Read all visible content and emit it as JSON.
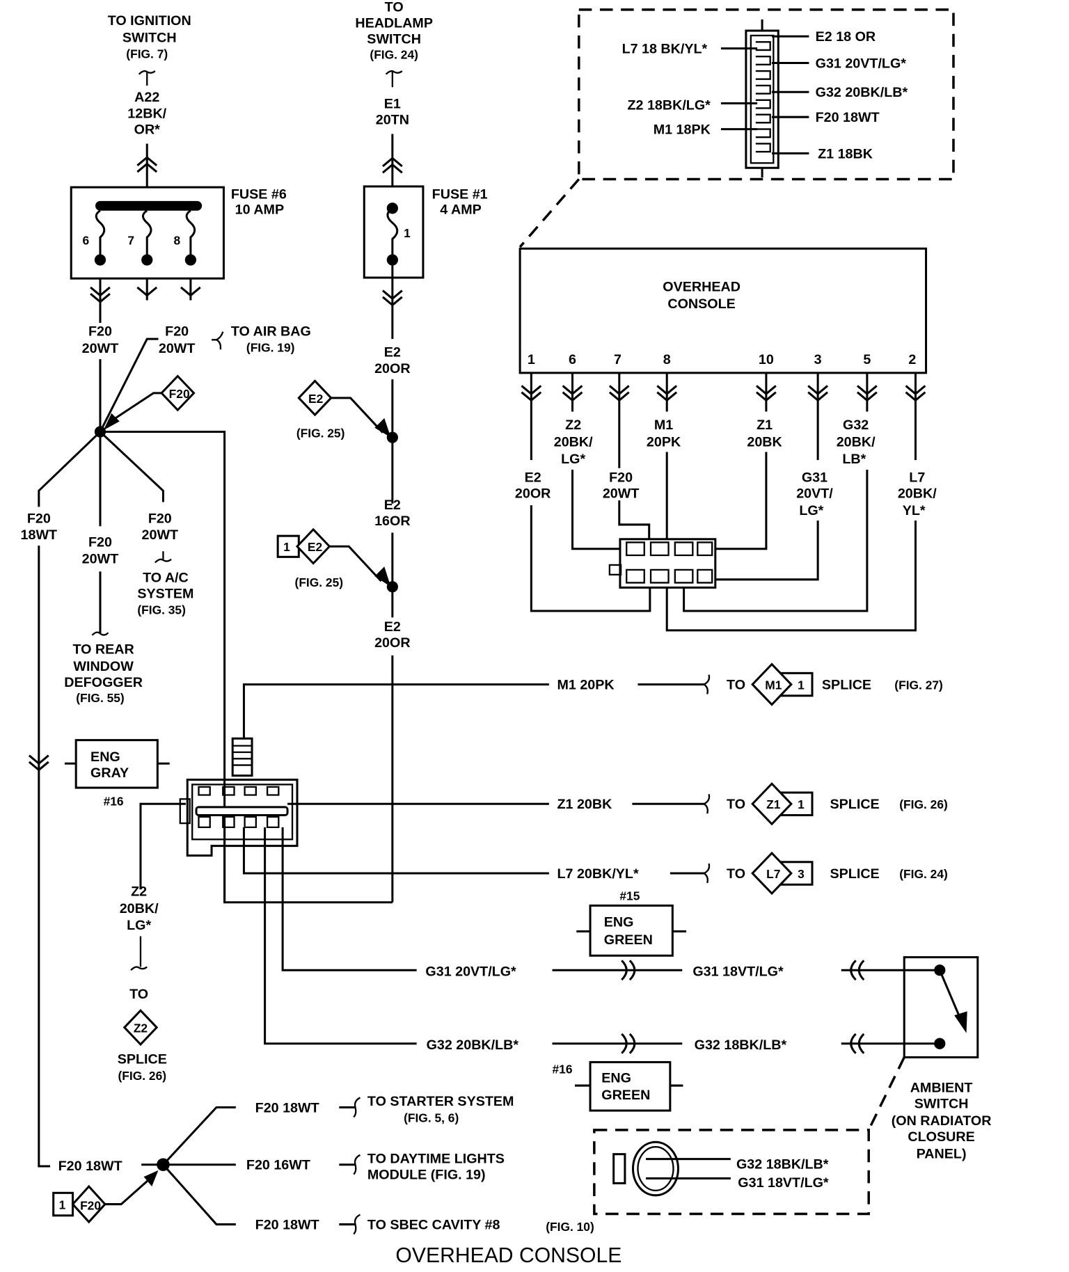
{
  "title": "OVERHEAD CONSOLE",
  "colors": {
    "ink": "#000000",
    "paper": "#ffffff"
  },
  "sources": {
    "ignition": {
      "lines": [
        "TO IGNITION",
        "SWITCH",
        "(FIG. 7)"
      ],
      "wire": [
        "A22",
        "12BK/",
        "OR*"
      ]
    },
    "headlamp": {
      "lines": [
        "TO",
        "HEADLAMP",
        "SWITCH",
        "(FIG. 24)"
      ],
      "wire": [
        "E1",
        "20TN"
      ]
    }
  },
  "fuses": {
    "fuse6": {
      "label": [
        "FUSE #6",
        "10 AMP"
      ],
      "pins": [
        "6",
        "7",
        "8"
      ]
    },
    "fuse1": {
      "label": [
        "FUSE #1",
        "4 AMP"
      ],
      "pins": [
        "1"
      ]
    }
  },
  "wires_left": {
    "f20_main": [
      "F20",
      "20WT"
    ],
    "f20_airbag": [
      "F20",
      "20WT"
    ],
    "airbag_dest": [
      "TO AIR BAG",
      "(FIG. 19)"
    ],
    "f20_diamond": "F20",
    "f20_18wt": [
      "F20",
      "18WT"
    ],
    "f20_defog": [
      "F20",
      "20WT"
    ],
    "defog_dest": [
      "TO REAR",
      "WINDOW",
      "DEFOGGER",
      "(FIG. 55)"
    ],
    "f20_ac": [
      "F20",
      "20WT"
    ],
    "ac_dest": [
      "TO A/C",
      "SYSTEM",
      "(FIG. 35)"
    ]
  },
  "wires_center": {
    "e2_top": [
      "E2",
      "20OR"
    ],
    "e2_diamond1": "E2",
    "e2_fig1": "(FIG. 25)",
    "e2_mid": [
      "E2",
      "16OR"
    ],
    "e2_diamond2": "E2",
    "e2_diamond2_num": "1",
    "e2_fig2": "(FIG. 25)",
    "e2_bot": [
      "E2",
      "20OR"
    ]
  },
  "top_connector": {
    "left": [
      "L7 18 BK/YL*",
      "Z2 18BK/LG*",
      "M1 18PK"
    ],
    "right": [
      "E2 18 OR",
      "G31 20VT/LG*",
      "G32 20BK/LB*",
      "F20 18WT",
      "Z1 18BK"
    ]
  },
  "console": {
    "label": [
      "OVERHEAD",
      "CONSOLE"
    ],
    "pins": [
      "1",
      "6",
      "7",
      "8",
      "10",
      "3",
      "5",
      "2"
    ],
    "wires": [
      {
        "pin": "1",
        "label": [
          "E2",
          "20OR"
        ]
      },
      {
        "pin": "6",
        "label": [
          "Z2",
          "20BK/",
          "LG*"
        ]
      },
      {
        "pin": "7",
        "label": [
          "F20",
          "20WT"
        ]
      },
      {
        "pin": "8",
        "label": [
          "M1",
          "20PK"
        ]
      },
      {
        "pin": "10",
        "label": [
          "Z1",
          "20BK"
        ]
      },
      {
        "pin": "3",
        "label": [
          "G31",
          "20VT/",
          "LG*"
        ]
      },
      {
        "pin": "5",
        "label": [
          "G32",
          "20BK/",
          "LB*"
        ]
      },
      {
        "pin": "2",
        "label": [
          "L7",
          "20BK/",
          "YL*"
        ]
      }
    ]
  },
  "eng_gray": {
    "label": [
      "ENG",
      "GRAY"
    ],
    "num": "#16"
  },
  "splices": [
    {
      "wire": "M1 20PK",
      "to": "TO",
      "code": "M1",
      "num": "1",
      "label": "SPLICE",
      "fig": "(FIG. 27)"
    },
    {
      "wire": "Z1 20BK",
      "to": "TO",
      "code": "Z1",
      "num": "1",
      "label": "SPLICE",
      "fig": "(FIG. 26)"
    },
    {
      "wire": "L7 20BK/YL*",
      "to": "TO",
      "code": "L7",
      "num": "3",
      "label": "SPLICE",
      "fig": "(FIG. 24)"
    }
  ],
  "z2_branch": {
    "wire": [
      "Z2",
      "20BK/",
      "LG*"
    ],
    "to": "TO",
    "code": "Z2",
    "label": "SPLICE",
    "fig": "(FIG. 26)"
  },
  "eng_green_15": {
    "label": [
      "ENG",
      "GREEN"
    ],
    "num": "#15"
  },
  "eng_green_16": {
    "label": [
      "ENG",
      "GREEN"
    ],
    "num": "#16"
  },
  "ambient_wires": {
    "g31_in": "G31 20VT/LG*",
    "g31_out": "G31 18VT/LG*",
    "g32_in": "G32 20BK/LB*",
    "g32_out": "G32 18BK/LB*"
  },
  "ambient_switch": {
    "label": [
      "AMBIENT",
      "SWITCH",
      "(ON RADIATOR",
      "CLOSURE",
      "PANEL)"
    ]
  },
  "ambient_connector": {
    "wires": [
      "G32 18BK/LB*",
      "G31 18VT/LG*"
    ]
  },
  "bottom_branch": {
    "trunk": "F20 18WT",
    "diamond": "F20",
    "diamond_num": "1",
    "branches": [
      {
        "wire": "F20 18WT",
        "dest": [
          "TO STARTER SYSTEM",
          "(FIG. 5, 6)"
        ]
      },
      {
        "wire": "F20 16WT",
        "dest": [
          "TO DAYTIME LIGHTS",
          "MODULE  (FIG. 19)"
        ]
      },
      {
        "wire": "F20 18WT",
        "dest": [
          "TO SBEC CAVITY #8",
          "(FIG. 10)"
        ]
      }
    ]
  }
}
